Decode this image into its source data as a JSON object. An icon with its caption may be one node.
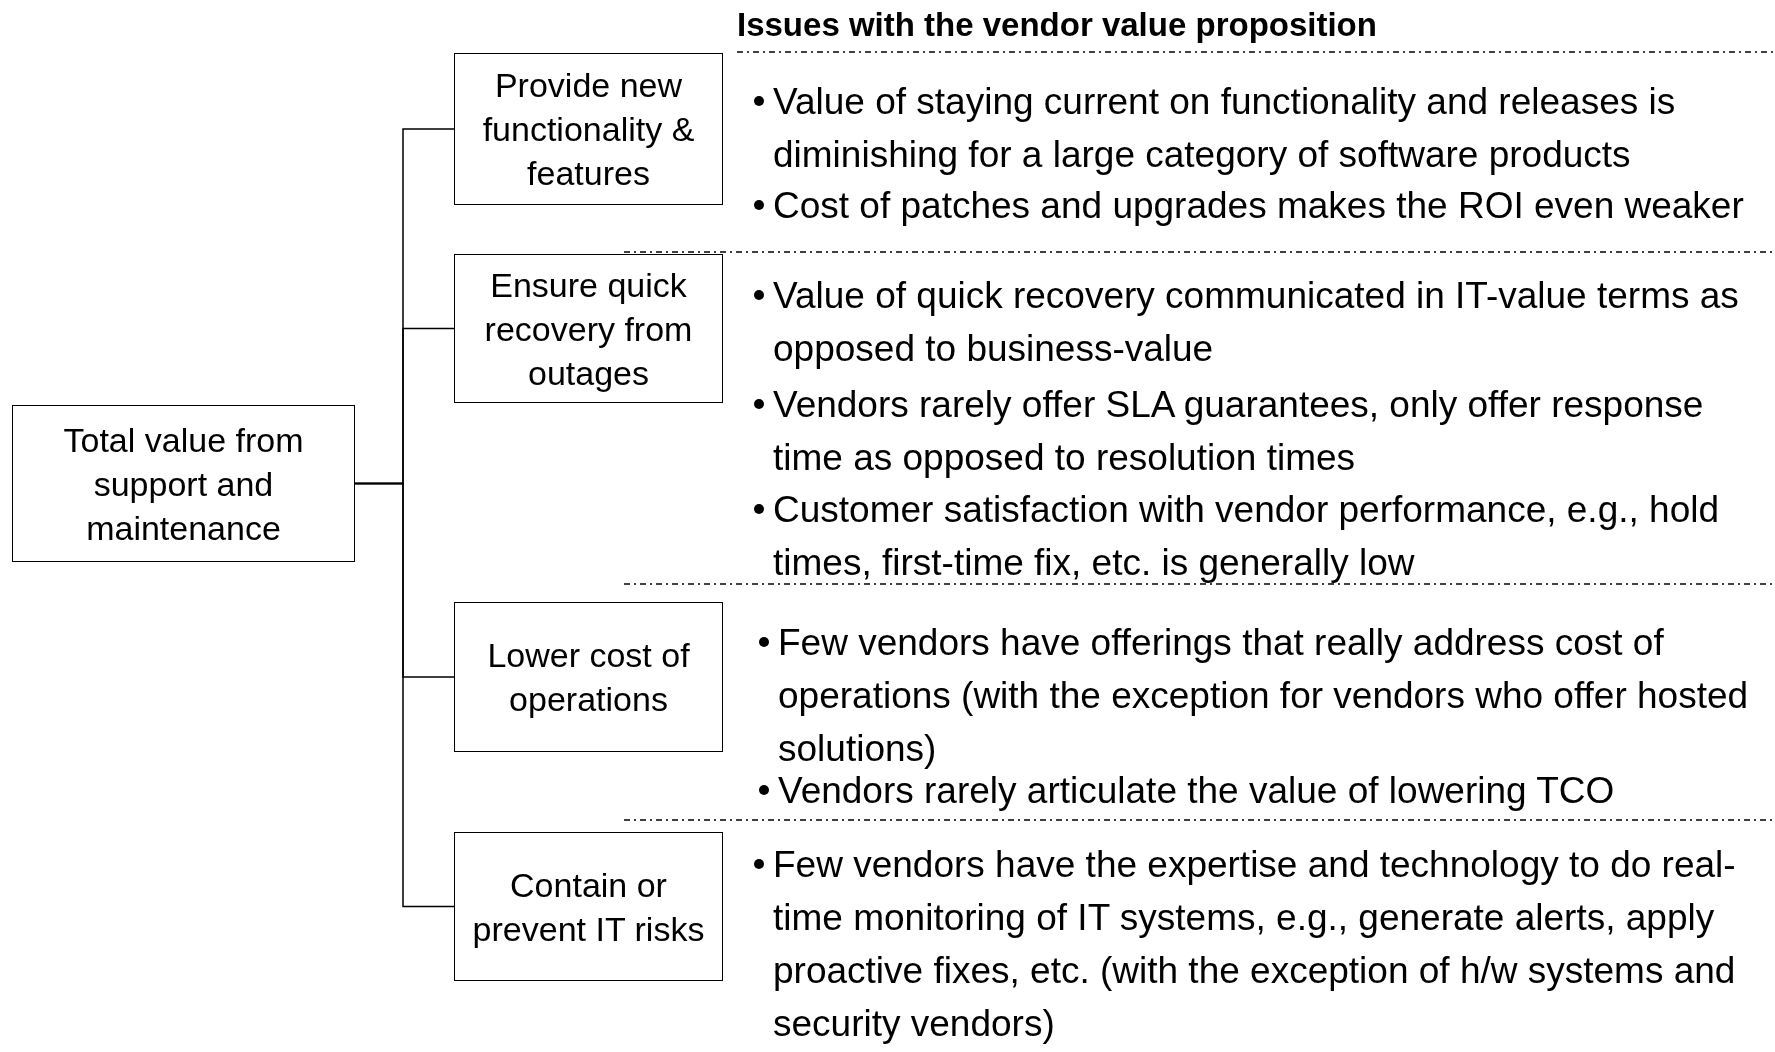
{
  "diagram": {
    "title": "Issues with the vendor value proposition",
    "nodes": [
      {
        "text": [
          "Total value from support and maintenance"
        ]
      },
      {
        "text": [
          "Provide new functionality & features"
        ]
      },
      {
        "text": [
          "Ensure quick recovery from outages"
        ]
      },
      {
        "text": [
          "Lower cost of operations"
        ]
      },
      {
        "text": [
          "Contain or prevent IT risks"
        ]
      }
    ],
    "edges": [
      {
        "from": 0,
        "to": 1,
        "arrow": "none"
      },
      {
        "from": 0,
        "to": 2,
        "arrow": "none"
      },
      {
        "from": 0,
        "to": 3,
        "arrow": "none"
      },
      {
        "from": 0,
        "to": 4,
        "arrow": "none"
      }
    ],
    "labels": [
      "Value of staying current on functionality and releases is diminishing for a large category of software products",
      "Cost of patches and upgrades makes the ROI even weaker",
      "Value of quick recovery communicated in IT-value terms as opposed to business-value",
      "Vendors rarely offer SLA guarantees, only offer response time as opposed to resolution times",
      "Customer satisfaction with vendor performance, e.g., hold times, first-time fix, etc. is generally low",
      "Few vendors have offerings that really address cost of operations (with the exception for vendors who offer hosted solutions)",
      "Vendors rarely articulate the value of lowering TCO",
      "Few vendors have the expertise and technology to do real-time monitoring of IT systems, e.g., generate alerts, apply proactive fixes, etc. (with the exception of h/w systems and security vendors)"
    ]
  }
}
